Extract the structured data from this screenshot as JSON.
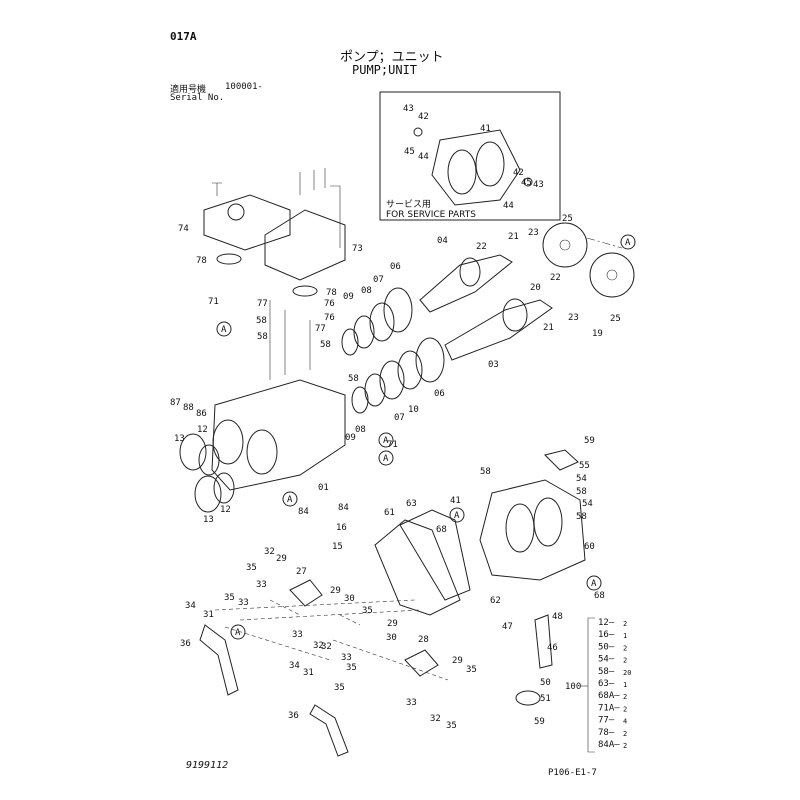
{
  "page": {
    "code": "017A",
    "title_jp": "ポンプ；ユニット",
    "title_en": "PUMP;UNIT",
    "serial_label_jp": "適用号機",
    "serial_label_en": "Serial No.",
    "serial_value": "100001-",
    "footer_left": "9199112",
    "footer_right": "P106-E1-7"
  },
  "service_box": {
    "label_jp": "サービス用",
    "label_en": "FOR SERVICE PARTS"
  },
  "callouts": [
    "43",
    "42",
    "45",
    "44",
    "41",
    "42",
    "45",
    "43",
    "44",
    "74",
    "73",
    "78",
    "78",
    "71",
    "77",
    "58",
    "76",
    "58",
    "76",
    "77",
    "58",
    "09",
    "08",
    "07",
    "06",
    "04",
    "22",
    "21",
    "23",
    "25",
    "22",
    "20",
    "21",
    "23",
    "19",
    "25",
    "03",
    "58",
    "08",
    "07",
    "10",
    "06",
    "09",
    "87",
    "88",
    "86",
    "13",
    "12",
    "13",
    "12",
    "71",
    "01",
    "84",
    "84",
    "16",
    "15",
    "63",
    "61",
    "68",
    "62",
    "59",
    "55",
    "58",
    "54",
    "58",
    "41",
    "54",
    "58",
    "60",
    "68",
    "32",
    "29",
    "35",
    "27",
    "33",
    "35",
    "33",
    "29",
    "30",
    "34",
    "31",
    "36",
    "33",
    "32",
    "35",
    "29",
    "30",
    "28",
    "33",
    "35",
    "32",
    "29",
    "35",
    "34",
    "31",
    "35",
    "36",
    "33",
    "32",
    "35",
    "48",
    "47",
    "46",
    "50",
    "51",
    "59"
  ],
  "flags": [
    "A",
    "A",
    "A",
    "A",
    "A",
    "A",
    "A",
    "A"
  ],
  "kit": {
    "number": "100",
    "items": [
      {
        "part": "12",
        "qty": "2"
      },
      {
        "part": "16",
        "qty": "1"
      },
      {
        "part": "50",
        "qty": "2"
      },
      {
        "part": "54",
        "qty": "2"
      },
      {
        "part": "58",
        "qty": "20"
      },
      {
        "part": "63",
        "qty": "1"
      },
      {
        "part": "68A",
        "qty": "2"
      },
      {
        "part": "71A",
        "qty": "2"
      },
      {
        "part": "77",
        "qty": "4"
      },
      {
        "part": "78",
        "qty": "2"
      },
      {
        "part": "84A",
        "qty": "2"
      }
    ]
  }
}
